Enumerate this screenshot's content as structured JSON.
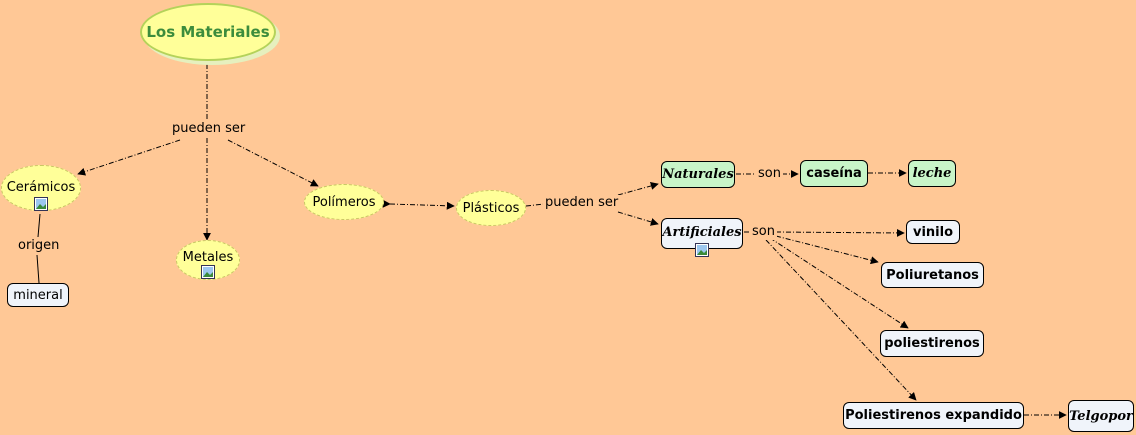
{
  "nodes": {
    "materiales": "Los Materiales",
    "ceramicos": "Cerámicos",
    "metales": "Metales",
    "polimeros": "Polímeros",
    "plasticos": "Plásticos",
    "mineral": "mineral",
    "naturales": "Naturales",
    "caseina": "caseína",
    "leche": "leche",
    "artificiales": "Artificiales",
    "vinilo": "vinilo",
    "poliuretanos": "Poliuretanos",
    "poliestirenos": "poliestirenos",
    "poliestirenos_expandido": "Poliestirenos expandido",
    "telgopor": "Telgopor"
  },
  "links": {
    "pueden_ser_1": "pueden ser",
    "origen": "origen",
    "pueden_ser_2": "pueden ser",
    "son_1": "son",
    "son_2": "son"
  },
  "colors": {
    "background": "#FFC896",
    "ellipse_fill": "#FFFF99",
    "main_text": "#3C8C3C",
    "box_fill": "#F0F4FA",
    "green_box_fill": "#C8F5C8"
  },
  "icons": [
    "image-icon"
  ]
}
